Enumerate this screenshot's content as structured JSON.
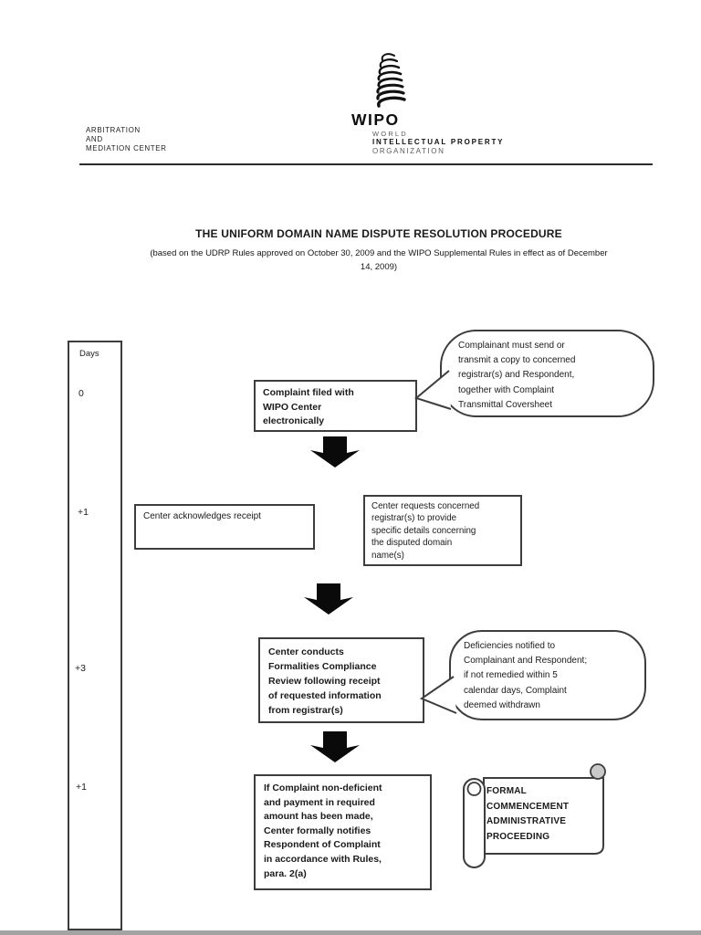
{
  "header": {
    "center_name_lines": [
      "ARBITRATION",
      "AND",
      "MEDIATION CENTER"
    ],
    "logo": {
      "wordmark": "WIPO",
      "line1": "WORLD",
      "line2": "INTELLECTUAL PROPERTY",
      "line3": "ORGANIZATION"
    }
  },
  "title_block": {
    "title": "THE UNIFORM DOMAIN NAME DISPUTE RESOLUTION PROCEDURE",
    "subtitle_lines": [
      "(based on the UDRP Rules approved on October 30, 2009 and the WIPO Supplemental Rules in effect as of December",
      "14, 2009)"
    ]
  },
  "flowchart": {
    "days_column": {
      "header": "Days",
      "marker_day0": "0",
      "marker_day1": "+1",
      "marker_day3": "+3",
      "marker_day1b": "+1"
    },
    "box_complaint_filed": {
      "lines": [
        "Complaint filed with",
        "WIPO Center",
        "electronically"
      ]
    },
    "bubble_complainant": {
      "lines": [
        "Complainant must send or",
        "transmit a copy to concerned",
        "registrar(s) and Respondent,",
        "together with Complaint",
        "Transmittal Coversheet"
      ]
    },
    "box_acknowledge": {
      "lines": [
        "Center acknowledges receipt"
      ]
    },
    "box_registrar_request": {
      "lines": [
        "Center requests concerned",
        "registrar(s) to provide",
        "specific details concerning",
        "the disputed domain",
        "name(s)"
      ]
    },
    "box_compliance_review": {
      "lines": [
        "Center conducts",
        "Formalities Compliance",
        "Review following receipt",
        "of requested information",
        "from registrar(s)"
      ]
    },
    "bubble_deficiencies": {
      "lines": [
        "Deficiencies notified to",
        "Complainant and Respondent;",
        "if not remedied within 5",
        "calendar days, Complaint",
        "deemed withdrawn"
      ]
    },
    "box_formal_notification": {
      "lines": [
        "If Complaint non-deficient",
        "and payment in required",
        "amount has been made,",
        "Center formally notifies",
        "Respondent of Complaint",
        "in accordance with Rules,",
        "para. 2(a)"
      ]
    },
    "scroll_formal_commencement": {
      "lines": [
        "FORMAL",
        "COMMENCEMENT",
        "ADMINISTRATIVE",
        "PROCEEDING"
      ]
    }
  },
  "colors": {
    "ink": "#1a1a1a",
    "border": "#3d3d3d",
    "arrow": "#0a0a0a",
    "logo_gray": "#5a5a5a",
    "page_bottom_edge": "#a3a3a3"
  }
}
